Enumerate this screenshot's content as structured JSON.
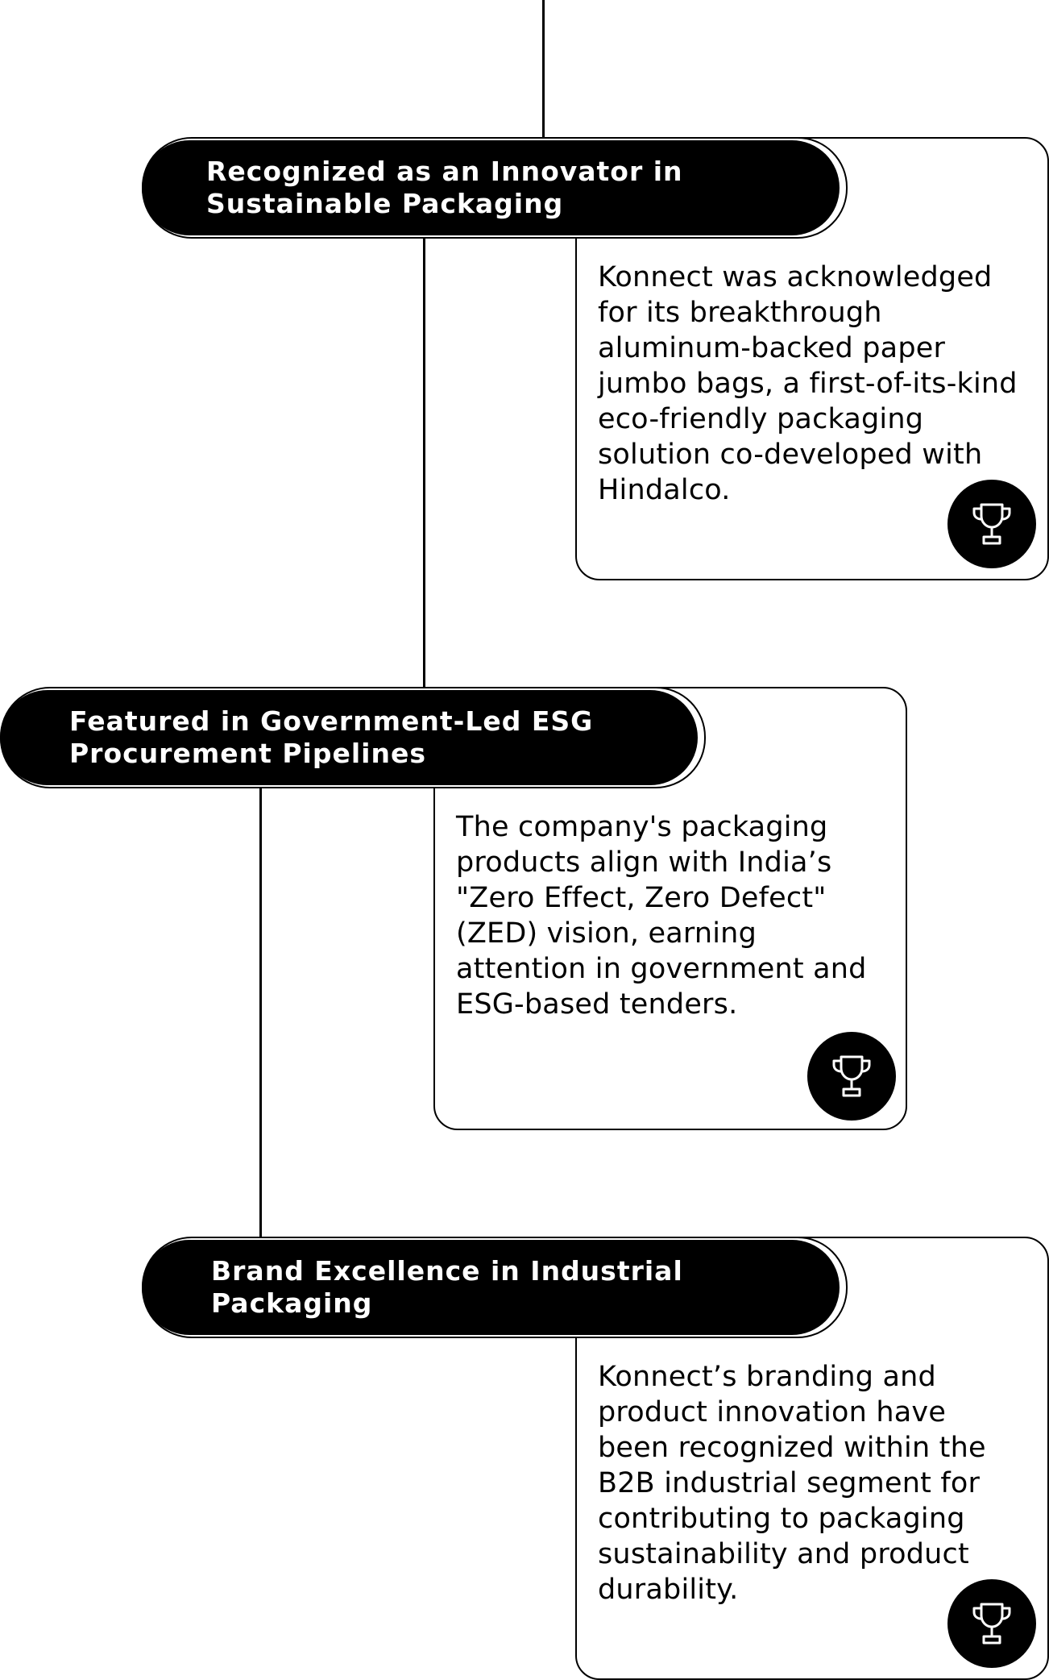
{
  "milestones": [
    {
      "title_line1": "Recognized as an Innovator in",
      "title_line2": "Sustainable Packaging",
      "description": "Konnect was acknowledged for its breakthrough aluminum-backed paper jumbo bags, a first-of-its-kind eco-friendly packaging solution co-developed with Hindalco.",
      "icon": "trophy-icon"
    },
    {
      "title_line1": "Featured in Government-Led ESG",
      "title_line2": "Procurement Pipelines",
      "description": "The company's packaging products align with India’s \"Zero Effect, Zero Defect\" (ZED) vision, earning attention in government and ESG-based tenders.",
      "icon": "trophy-icon"
    },
    {
      "title_line1": "Brand Excellence in Industrial",
      "title_line2": "Packaging",
      "description": "Konnect’s branding and product innovation have been recognized within the B2B industrial segment for contributing to packaging sustainability and product durability.",
      "icon": "trophy-icon"
    }
  ],
  "colors": {
    "pill_background": "#000000",
    "card_border": "#000000",
    "badge_background": "#000000",
    "page_background": "#ffffff"
  }
}
